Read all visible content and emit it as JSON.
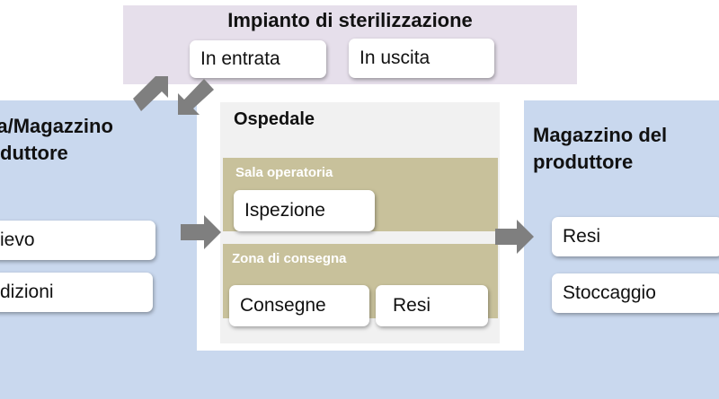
{
  "sterilization": {
    "title": "Impianto di sterilizzazione",
    "incoming": "In entrata",
    "outgoing": "In uscita"
  },
  "left": {
    "title": "ica/Magazzino\nroduttore",
    "item1": "ievo",
    "item2": "dizioni"
  },
  "hospital": {
    "title": "Ospedale",
    "operating_room": {
      "title": "Sala operatoria",
      "item1": "Ispezione"
    },
    "delivery_zone": {
      "title": "Zona di consegna",
      "item1": "Consegne",
      "item2": "Resi"
    }
  },
  "right": {
    "title": "Magazzino del\nproduttore",
    "item1": "Resi",
    "item2": "Stoccaggio"
  },
  "colors": {
    "side_panels": "#c9d8ee",
    "top_panel": "#e6dfeb",
    "zone": "#c8c19b",
    "arrow": "#7f7f7f"
  }
}
